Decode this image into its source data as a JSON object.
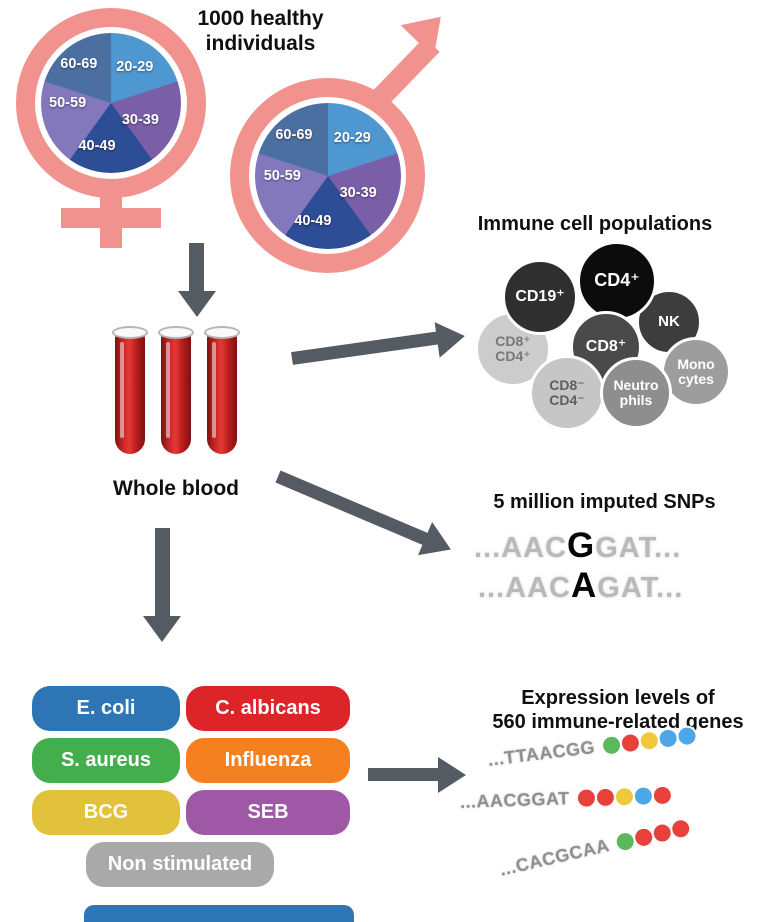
{
  "colors": {
    "pink": "#f2928f",
    "arrow": "#555b63",
    "pie_segments": [
      "#4f97d0",
      "#7a5fa8",
      "#2d4d96",
      "#8378bc",
      "#4c6fa1"
    ],
    "tube_red": "#c62828",
    "bottom_bar_blue": "#2e75b6"
  },
  "header": {
    "title": "1000 healthy\nindividuals"
  },
  "ages": {
    "a2029": "20-29",
    "a3039": "30-39",
    "a4049": "40-49",
    "a5059": "50-59",
    "a6069": "60-69"
  },
  "blood": {
    "label": "Whole blood"
  },
  "immune": {
    "title": "Immune cell populations",
    "cells": [
      {
        "id": "cd19",
        "label": "CD19⁺",
        "bg": "#2f2f2f",
        "fg": "#ffffff"
      },
      {
        "id": "cd4",
        "label": "CD4⁺",
        "bg": "#0c0c0c",
        "fg": "#ffffff"
      },
      {
        "id": "nk",
        "label": "NK",
        "bg": "#3d3d3d",
        "fg": "#ffffff"
      },
      {
        "id": "cd8",
        "label": "CD8⁺",
        "bg": "#4a4a4a",
        "fg": "#ffffff"
      },
      {
        "id": "cd8-cd4-double-positive",
        "label": "CD8⁺\nCD4⁺",
        "bg": "#cccccc",
        "fg": "#777777"
      },
      {
        "id": "cd8-cd4-double-negative",
        "label": "CD8⁻\nCD4⁻",
        "bg": "#c6c6c6",
        "fg": "#5e5e5e"
      },
      {
        "id": "neutrophils",
        "label": "Neutro\nphils",
        "bg": "#8e8e8e",
        "fg": "#ffffff"
      },
      {
        "id": "monocytes",
        "label": "Mono\ncytes",
        "bg": "#9d9d9d",
        "fg": "#ffffff"
      }
    ]
  },
  "snps": {
    "title": "5 million imputed SNPs",
    "seq1": {
      "pre": "...AAC",
      "snp": "G",
      "post": "GAT..."
    },
    "seq2": {
      "pre": "...AAC",
      "snp": "A",
      "post": "GAT..."
    }
  },
  "stimuli": {
    "items": [
      {
        "label": "E. coli",
        "color": "#2e75b6"
      },
      {
        "label": "C. albicans",
        "color": "#dd2428"
      },
      {
        "label": "S. aureus",
        "color": "#43ae4c"
      },
      {
        "label": "Influenza",
        "color": "#f58020"
      },
      {
        "label": "BCG",
        "color": "#e2c13d"
      },
      {
        "label": "SEB",
        "color": "#9e58a5"
      },
      {
        "label": "Non stimulated",
        "color": "#a9a9a9"
      }
    ]
  },
  "expression": {
    "title": "Expression levels of\n560 immune-related genes",
    "rows": [
      {
        "seq": "...TTAACGG",
        "dots": [
          "#5cb85c",
          "#e8413c",
          "#f0c83c",
          "#4da6e8",
          "#4da6e8"
        ]
      },
      {
        "seq": "...AACGGAT",
        "dots": [
          "#e8413c",
          "#e8413c",
          "#f0c83c",
          "#4da6e8",
          "#e8413c"
        ]
      },
      {
        "seq": "...CACGCAA",
        "dots": [
          "#5cb85c",
          "#e8413c",
          "#e8413c",
          "#e8413c"
        ]
      }
    ]
  }
}
